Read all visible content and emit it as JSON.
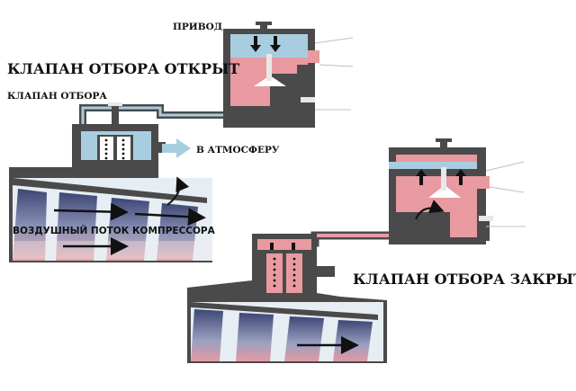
{
  "labels": {
    "drive": "ПРИВОД",
    "valve_open": "КЛАПАН ОТБОРА ОТКРЫТ",
    "bleed_valve": "КЛАПАН ОТБОРА",
    "to_atmosphere": "В АТМОСФЕРУ",
    "compressor_airflow": "ВОЗДУШНЫЙ ПОТОК КОМПРЕССОРА",
    "valve_closed": "КЛАПАН ОТБОРА ЗАКРЫТ"
  },
  "colors": {
    "housing": "#4a4a4a",
    "pressure_high": "#e89aa0",
    "pressure_low": "#a9cde0",
    "blade_dark": "#4b5580",
    "blade_light": "#c9cde0",
    "arrow": "#111111"
  }
}
